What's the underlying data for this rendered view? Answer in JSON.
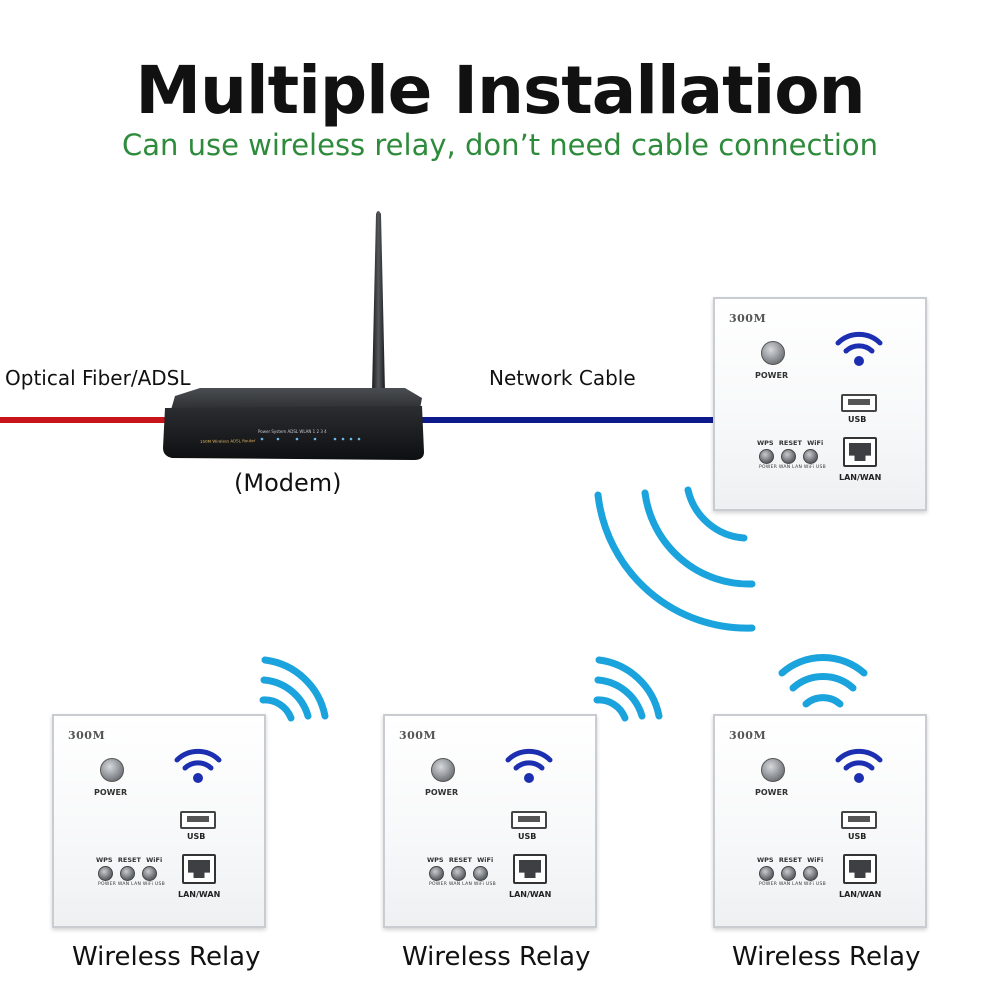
{
  "header": {
    "title": "Multiple Installation",
    "subtitle": "Can use wireless relay, don’t need cable connection"
  },
  "labels": {
    "input": "Optical Fiber/ADSL",
    "cable": "Network Cable",
    "modem": "(Modem)",
    "relay": "Wireless Relay"
  },
  "panel": {
    "model": "300M",
    "power": "POWER",
    "usb": "USB",
    "lan_wan": "LAN/WAN",
    "buttons": "WPS RESET WiFi",
    "leds": "POWER WAN LAN WiFi USB"
  },
  "router": {
    "model_text": "150M Wireless ADSL Router",
    "indicators": "Power  System  ADSL  WLAN  1  2  3  4"
  },
  "colors": {
    "title": "#111111",
    "subtitle": "#2e8b3c",
    "fiber_cable": "#c8141b",
    "network_cable": "#0d1a8c",
    "wireless_waves": "#1aa3dc",
    "wifi_icon": "#1c2fb0"
  }
}
